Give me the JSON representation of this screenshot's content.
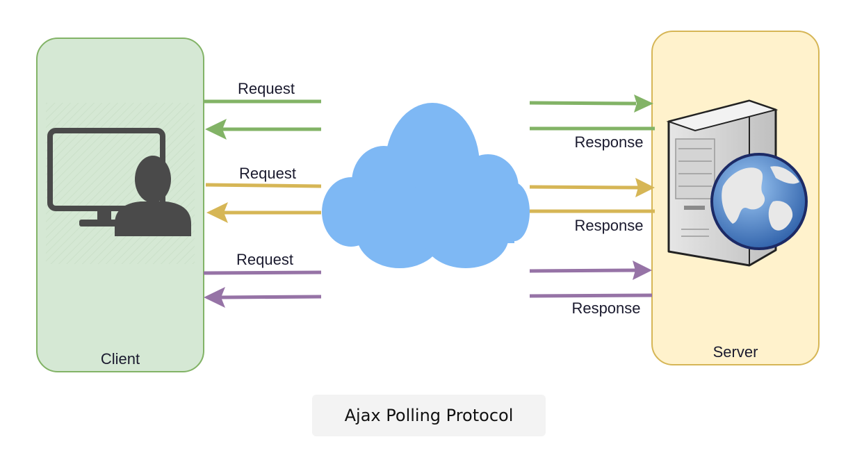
{
  "nodes": {
    "client": {
      "label": "Client"
    },
    "server": {
      "label": "Server"
    }
  },
  "exchanges": [
    {
      "request_label": "Request",
      "response_label": "Response",
      "color": "#82b366"
    },
    {
      "request_label": "Request",
      "response_label": "Response",
      "color": "#d6b656"
    },
    {
      "request_label": "Request",
      "response_label": "Response",
      "color": "#9673a6"
    }
  ],
  "caption": "Ajax Polling Protocol",
  "colors": {
    "client_fill": "#d5e8d4",
    "client_stroke": "#82b366",
    "server_fill": "#fff2cc",
    "server_stroke": "#d6b656",
    "cloud": "#7eb8f4",
    "person_icon": "#4a4a4a"
  },
  "icons": [
    "computer-user-icon",
    "cloud-icon",
    "server-globe-icon"
  ]
}
